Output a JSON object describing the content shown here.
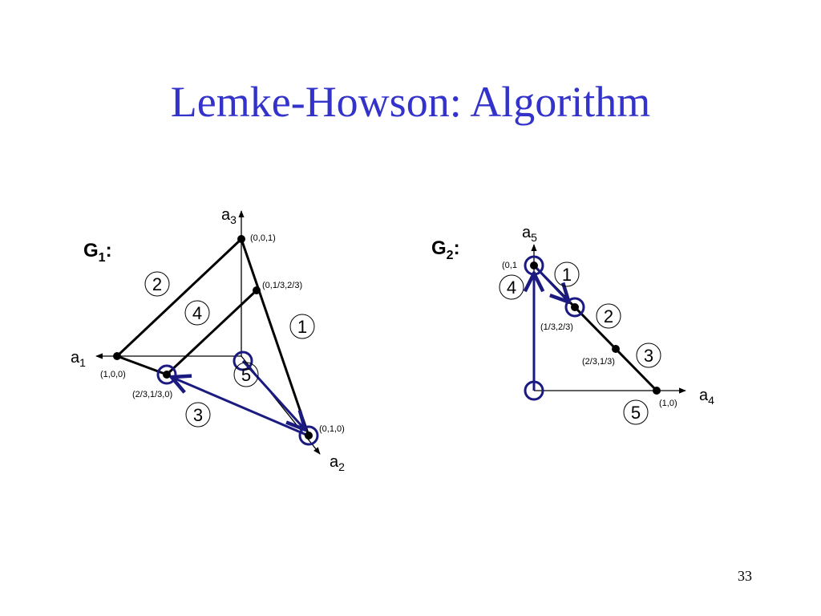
{
  "slide": {
    "title": "Lemke-Howson: Algorithm",
    "page_number": "33"
  },
  "colors": {
    "title": "#3333cc",
    "path": "#1a1a80",
    "edge": "#000000"
  },
  "g1": {
    "name": "G",
    "subscript": "1",
    "suffix": ":",
    "axes": {
      "a1": {
        "base": "a",
        "sub": "1"
      },
      "a2": {
        "base": "a",
        "sub": "2"
      },
      "a3": {
        "base": "a",
        "sub": "3"
      }
    },
    "points": {
      "p100": "(1,0,0)",
      "p010": "(0,1,0)",
      "p001": "(0,0,1)",
      "p01323": "(0,1/3,2/3)",
      "p23130": "(2/3,1/3,0)"
    },
    "region_labels": [
      "1",
      "2",
      "3",
      "4",
      "5"
    ]
  },
  "g2": {
    "name": "G",
    "subscript": "2",
    "suffix": ":",
    "axes": {
      "a4": {
        "base": "a",
        "sub": "4"
      },
      "a5": {
        "base": "a",
        "sub": "5"
      }
    },
    "points": {
      "p01": "(0,1",
      "p1323": "(1/3,2/3)",
      "p2313": "(2/3,1/3)",
      "p10": "(1,0)"
    },
    "region_labels": [
      "1",
      "2",
      "3",
      "4",
      "5"
    ]
  }
}
